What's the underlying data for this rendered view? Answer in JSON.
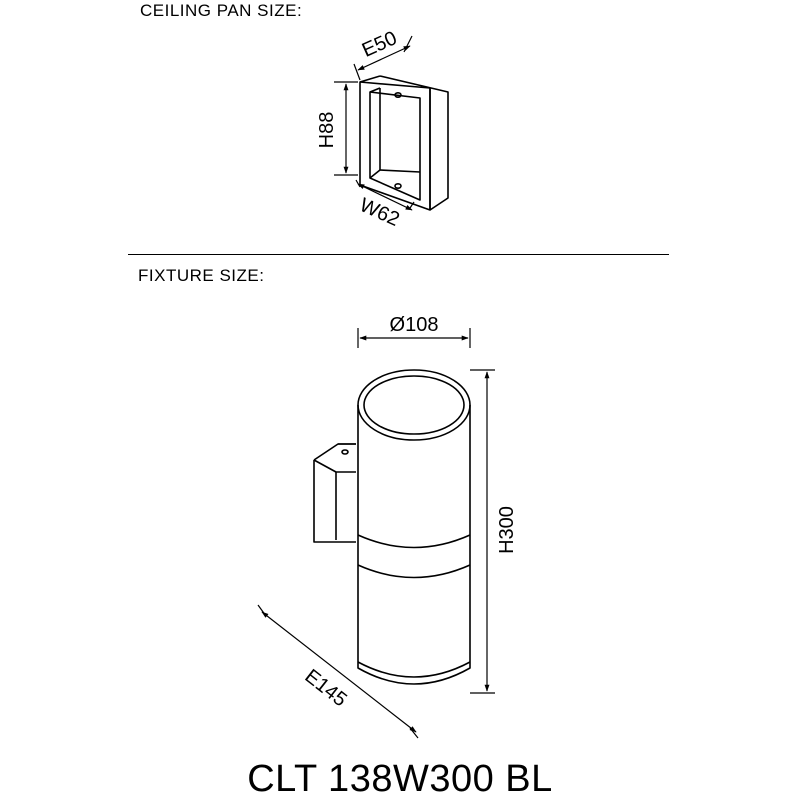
{
  "sections": {
    "ceiling_pan": {
      "title": "CEILING PAN SIZE:"
    },
    "fixture": {
      "title": "FIXTURE SIZE:"
    }
  },
  "dimensions": {
    "pan_depth": "E50",
    "pan_height": "H88",
    "pan_width": "W62",
    "fixture_diameter": "Ø108",
    "fixture_height": "H300",
    "fixture_extension": "E145"
  },
  "model": "CLT 138W300 BL"
}
